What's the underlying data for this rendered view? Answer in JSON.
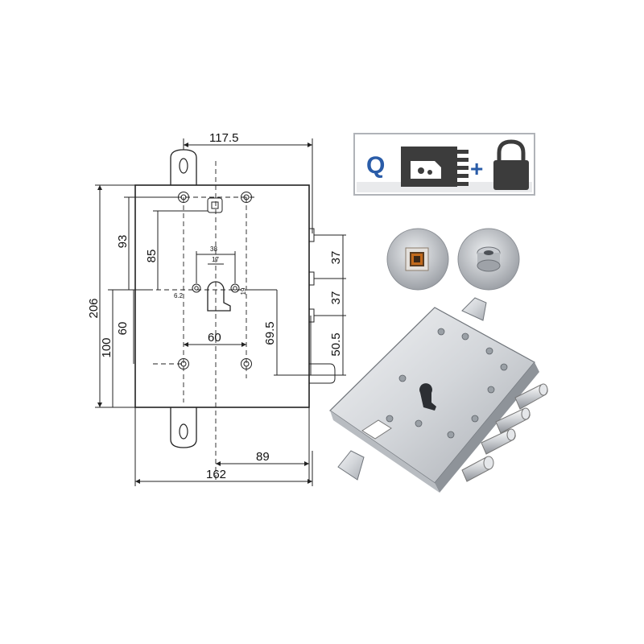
{
  "drawing": {
    "dimensions": {
      "top_width": "117.5",
      "total_height": "206",
      "left_93": "93",
      "left_85": "85",
      "left_60": "60",
      "left_100": "100",
      "center_60": "60",
      "keyhole_38": "38",
      "keyhole_17": "17",
      "keyhole_19": "19",
      "hole_62": "6.2",
      "right_37_top": "37",
      "right_37_bottom": "37",
      "right_69_5": "69.5",
      "right_50_5": "50.5",
      "bottom_89": "89",
      "bottom_162": "162"
    }
  },
  "badge": {
    "letter": "Q",
    "plus": "+",
    "icons": [
      "key-card-icon",
      "padlock-icon"
    ],
    "colors": {
      "accent": "#2a5ca8",
      "frame": "#b0b3b8",
      "dark": "#3c3c3c"
    }
  },
  "photos": {
    "insets": [
      "square-spindle-closeup",
      "round-pin-closeup"
    ],
    "main": "lock-body-photo"
  }
}
